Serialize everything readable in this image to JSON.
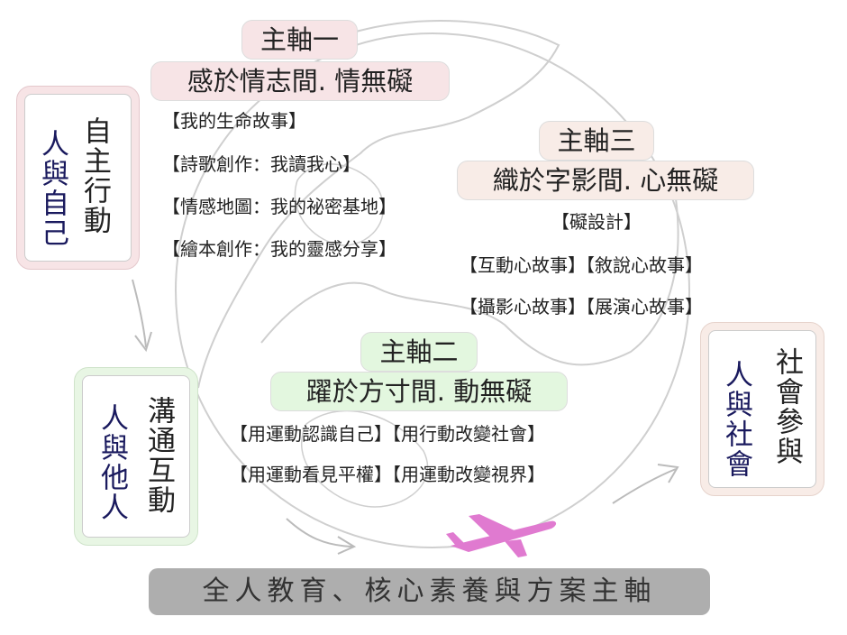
{
  "axis1": {
    "title": "主軸一",
    "subtitle": "感於情志間.  情無礙",
    "items": [
      "【我的生命故事】",
      "【詩歌創作：我讀我心】",
      "【情感地圖：我的祕密基地】",
      "【繪本創作：我的靈感分享】"
    ]
  },
  "axis3": {
    "title": "主軸三",
    "subtitle": "織於字影間.  心無礙",
    "items": [
      "【礙設計】",
      "【互動心故事】【敘說心故事】",
      "【攝影心故事】【展演心故事】"
    ]
  },
  "axis2": {
    "title": "主軸二",
    "subtitle": "躍於方寸間.  動無礙",
    "items": [
      "【用運動認識自己】【用行動改變社會】",
      "【用運動看見平權】【用運動改變視界】"
    ]
  },
  "boxes": {
    "self": {
      "theme": "人與自己",
      "competency": "自主行動"
    },
    "others": {
      "theme": "人與他人",
      "competency": "溝通互動"
    },
    "society": {
      "theme": "人與社會",
      "competency": "社會參與"
    }
  },
  "footer": "全人教育、核心素養與方案主軸",
  "colors": {
    "axis1": "#f7e4e6",
    "axis2": "#e3f7df",
    "axis3": "#f8ece7",
    "theme_text": "#1a1a5e",
    "footer_bg": "#aeaeae",
    "plane": "#e07ad0"
  }
}
